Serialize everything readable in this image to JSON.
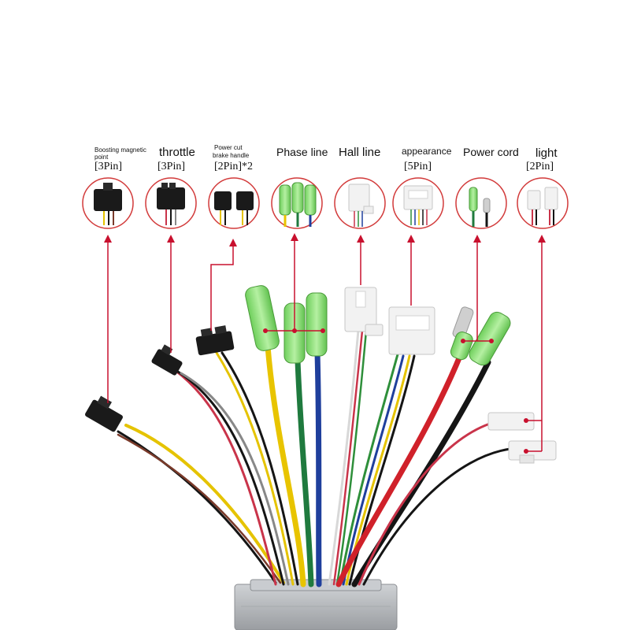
{
  "connectors": [
    {
      "name": "boost",
      "line1": "Boosting magnetic",
      "line2": "point",
      "pins": "[3Pin]"
    },
    {
      "name": "throttle",
      "title": "throttle",
      "pins": "[3Pin]"
    },
    {
      "name": "brake",
      "line1": "Power cut",
      "line2": "brake handle",
      "pins": "[2Pin]*2"
    },
    {
      "name": "phase",
      "title": "Phase line"
    },
    {
      "name": "hall",
      "title": "Hall line"
    },
    {
      "name": "appearance",
      "title": "appearance",
      "pins": "[5Pin]"
    },
    {
      "name": "power",
      "title": "Power cord"
    },
    {
      "name": "light",
      "title": "light",
      "pins": "[2Pin]"
    }
  ],
  "colors": {
    "pointer": "#c8102e",
    "circle": "#d23a3a",
    "yellow": "#e8c400",
    "green": "#1f7a3e",
    "blue": "#1f3f9c",
    "red": "#d0212a",
    "black": "#151515",
    "housing": "#b9bcc0",
    "sleeve": "#8fe07a",
    "white_plug": "#f2f2f2"
  }
}
